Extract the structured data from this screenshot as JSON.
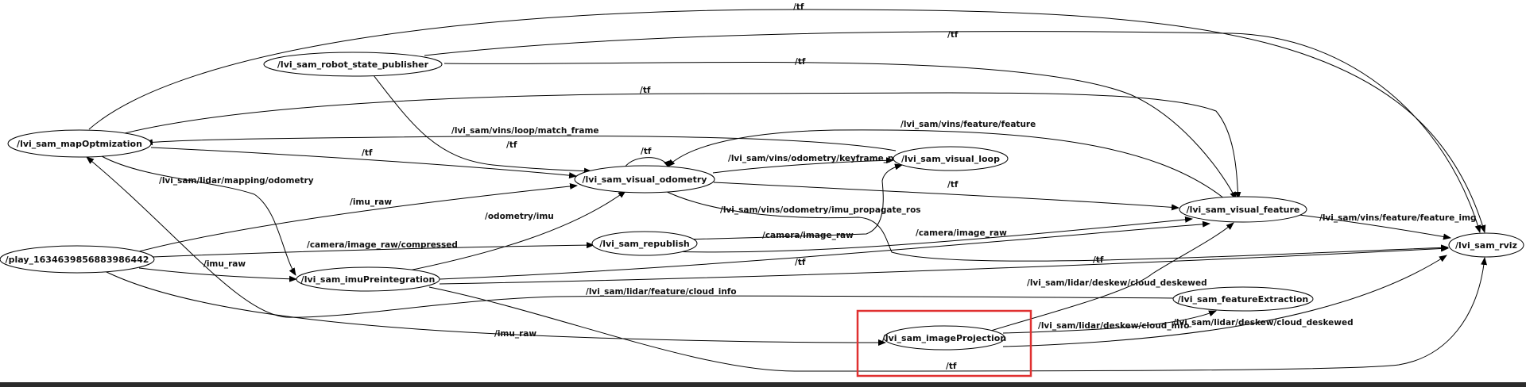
{
  "nodes": [
    {
      "id": "mapopt",
      "label": "/lvi_sam_mapOptmization"
    },
    {
      "id": "rsp",
      "label": "/lvi_sam_robot_state_publisher"
    },
    {
      "id": "vo",
      "label": "/lvi_sam_visual_odometry"
    },
    {
      "id": "loop",
      "label": "/lvi_sam_visual_loop"
    },
    {
      "id": "vf",
      "label": "/lvi_sam_visual_feature"
    },
    {
      "id": "rviz",
      "label": "/lvi_sam_rviz"
    },
    {
      "id": "play",
      "label": "/play_1634639856883986442"
    },
    {
      "id": "repub",
      "label": "/lvi_sam_republish"
    },
    {
      "id": "imu",
      "label": "/lvi_sam_imuPreintegration"
    },
    {
      "id": "fe",
      "label": "/lvi_sam_featureExtraction"
    },
    {
      "id": "ip",
      "label": "/lvi_sam_imageProjection"
    }
  ],
  "edges": [
    {
      "id": "e1",
      "label": "/tf"
    },
    {
      "id": "e2",
      "label": "/tf"
    },
    {
      "id": "e3",
      "label": "/tf"
    },
    {
      "id": "e4",
      "label": "/tf"
    },
    {
      "id": "e5",
      "label": "/tf"
    },
    {
      "id": "e6",
      "label": "/lvi_sam/vins/loop/match_frame"
    },
    {
      "id": "e7",
      "label": "/tf"
    },
    {
      "id": "e8",
      "label": "/tf"
    },
    {
      "id": "e9",
      "label": "/lvi_sam/vins/odometry/keyframe_pose"
    },
    {
      "id": "e10",
      "label": "/lvi_sam/vins/feature/feature"
    },
    {
      "id": "e11",
      "label": "/tf"
    },
    {
      "id": "e12",
      "label": "/lvi_sam/lidar/mapping/odometry"
    },
    {
      "id": "e13",
      "label": "/imu_raw"
    },
    {
      "id": "e14",
      "label": "/odometry/imu"
    },
    {
      "id": "e15",
      "label": "/lvi_sam/vins/odometry/imu_propagate_ros"
    },
    {
      "id": "e16",
      "label": "/camera/image_raw/compressed"
    },
    {
      "id": "e17",
      "label": "/camera/image_raw"
    },
    {
      "id": "e18",
      "label": "/camera/image_raw"
    },
    {
      "id": "e19",
      "label": "/lvi_sam/vins/feature/feature_img"
    },
    {
      "id": "e20",
      "label": "/imu_raw"
    },
    {
      "id": "e21",
      "label": "/tf"
    },
    {
      "id": "e22",
      "label": "/tf"
    },
    {
      "id": "e23",
      "label": "/lvi_sam/lidar/deskew/cloud_deskewed"
    },
    {
      "id": "e24",
      "label": "/lvi_sam/lidar/feature/cloud_info"
    },
    {
      "id": "e25",
      "label": "/imu_raw"
    },
    {
      "id": "e26",
      "label": "/lvi_sam/lidar/deskew/cloud_info"
    },
    {
      "id": "e27",
      "label": "/lvi_sam/lidar/deskew/cloud_deskewed"
    },
    {
      "id": "e28",
      "label": "/tf"
    }
  ],
  "highlight": {
    "color": "#e03030",
    "target": "ip"
  }
}
